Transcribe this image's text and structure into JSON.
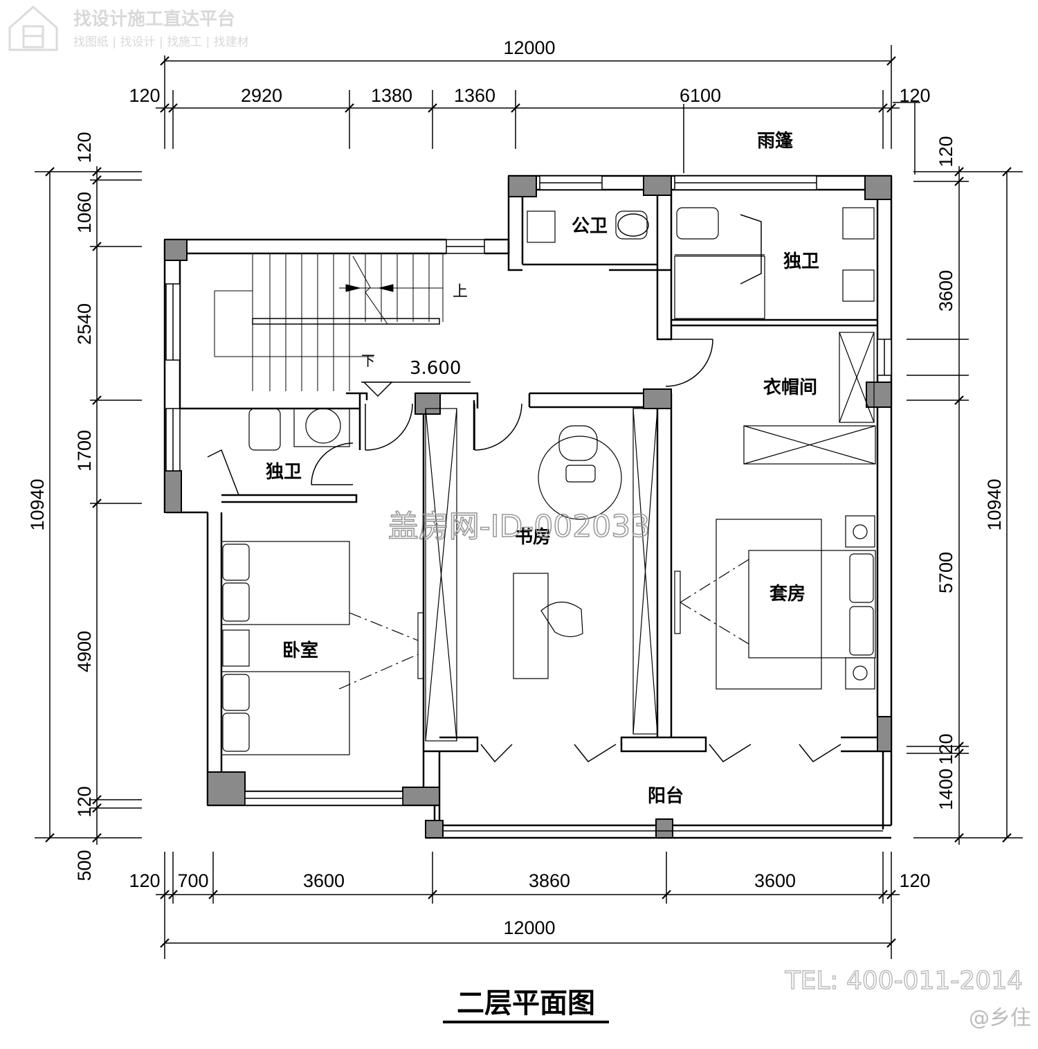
{
  "watermark": {
    "line1": "找设计施工直达平台",
    "line2": "找图纸 | 找设计 | 找施工 | 找建材",
    "id_text": "盖房网-ID-002033",
    "tel": "TEL: 400-011-2014",
    "author": "@乡住"
  },
  "title": "二层平面图",
  "level_mark": "3.600",
  "stair_labels": {
    "up": "上",
    "down": "下"
  },
  "rooms": {
    "canopy": "雨篷",
    "public_wc": "公卫",
    "ensuite_wc": "独卫",
    "small_wc": "独卫",
    "cloakroom": "衣帽间",
    "study": "书房",
    "bedroom": "卧室",
    "suite": "套房",
    "balcony": "阳台"
  },
  "dims": {
    "top_total": "12000",
    "top_parts": [
      "120",
      "2920",
      "1380",
      "1360",
      "6100",
      "120"
    ],
    "bottom_total": "12000",
    "bottom_parts": [
      "120",
      "700",
      "3600",
      "3860",
      "3600",
      "120"
    ],
    "left_total": "10940",
    "left_parts": [
      "120",
      "1060",
      "2540",
      "1700",
      "4900",
      "120",
      "500"
    ],
    "right_total": "10940",
    "right_parts": [
      "120",
      "3600",
      "5700",
      "120",
      "1400"
    ]
  }
}
